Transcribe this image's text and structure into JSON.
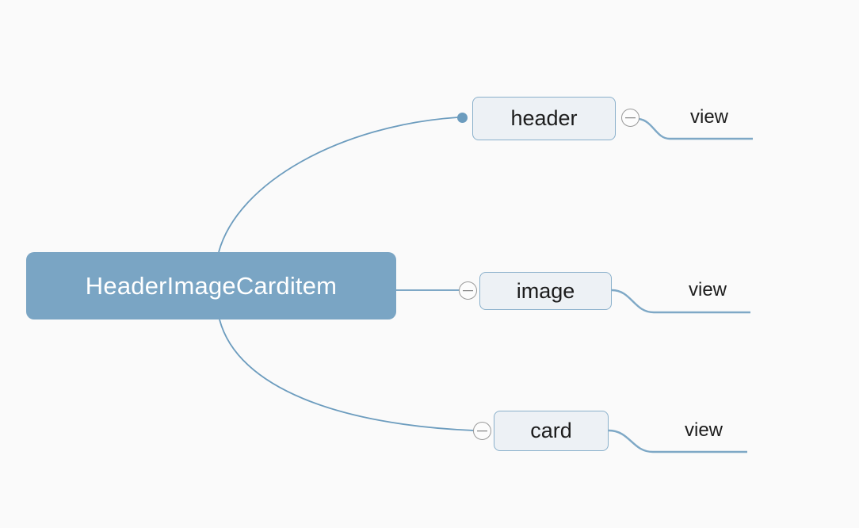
{
  "diagram": {
    "type": "mind-map",
    "title": "HeaderImageCarditem",
    "background_color": "#fafafa",
    "root": {
      "label": "HeaderImageCarditem",
      "fill_color": "#7aa5c4",
      "text_color": "#ffffff"
    },
    "branches": [
      {
        "label": "header",
        "fill_color": "#edf1f5",
        "border_color": "#8ab0cb",
        "collapse_icon": "minus-circle-icon",
        "collapse_side": "right",
        "children": [
          {
            "label": "view",
            "style": "underline"
          }
        ]
      },
      {
        "label": "image",
        "fill_color": "#edf1f5",
        "border_color": "#8ab0cb",
        "collapse_icon": "minus-circle-icon",
        "collapse_side": "left",
        "children": [
          {
            "label": "view",
            "style": "underline"
          }
        ]
      },
      {
        "label": "card",
        "fill_color": "#edf1f5",
        "border_color": "#8ab0cb",
        "collapse_icon": "minus-circle-icon",
        "collapse_side": "left",
        "children": [
          {
            "label": "view",
            "style": "underline"
          }
        ]
      }
    ],
    "connector_color": "#6c9cbe"
  }
}
